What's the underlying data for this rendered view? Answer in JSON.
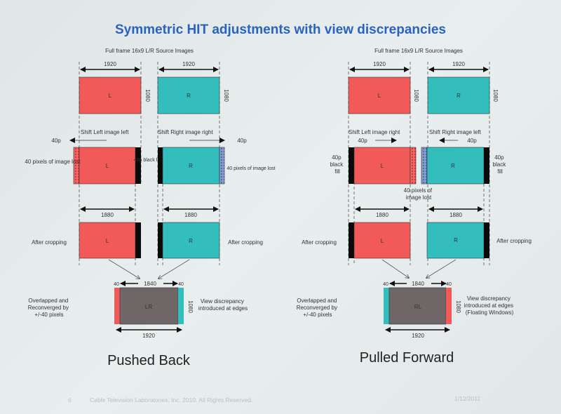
{
  "title": "Symmetric HIT adjustments with view discrepancies",
  "colors": {
    "left": "#f25a5a",
    "right": "#33bdbd",
    "combined": "#6f6668",
    "fill": "#0a0a0a",
    "title": "#2a62c0"
  },
  "panels": [
    {
      "subtitle": "Full frame 16x9 L/R Source Images",
      "width_full": "1920",
      "height": "1080",
      "left_label": "L",
      "right_label": "R",
      "shift_left": "Shift Left image left",
      "shift_right": "Shift Right image right",
      "shift_amount": "40p",
      "lost_note": "40 pixels of image lost",
      "lost_note_right": "40 pixels of image lost",
      "black_fill": "40p black fill",
      "cropped_width": "1880",
      "after_cropping": "After cropping",
      "edge": "40",
      "inner_width": "1840",
      "combined_label": "LR",
      "overlap_note": [
        "Overlapped and",
        "Reconverged by",
        "+/-40 pixels"
      ],
      "discrepancy_note": [
        "View discrepancy",
        "introduced at edges"
      ],
      "caption": "Pushed Back"
    },
    {
      "subtitle": "Full frame 16x9 L/R Source Images",
      "width_full": "1920",
      "height": "1080",
      "left_label": "L",
      "right_label": "R",
      "shift_left": "Shift Left image right",
      "shift_right": "Shift Right image left",
      "shift_amount": "40p",
      "lost_note": [
        "40 pixels of",
        "image lost"
      ],
      "black_fill": [
        "40p",
        "black",
        "fill"
      ],
      "cropped_width": "1880",
      "after_cropping": "After cropping",
      "edge": "40",
      "inner_width": "1840",
      "combined_label": "RL",
      "overlap_note": [
        "Overlapped and",
        "Reconverged by",
        "+/-40 pixels"
      ],
      "discrepancy_note": [
        "View discrepancy",
        "introduced at edges",
        "(Floating Windows)"
      ],
      "caption": "Pulled Forward"
    }
  ],
  "footer": {
    "page": "6",
    "copyright": "Cable Television Laboratories, Inc. 2010.  All Rights Reserved.",
    "date": "1/12/2011"
  }
}
